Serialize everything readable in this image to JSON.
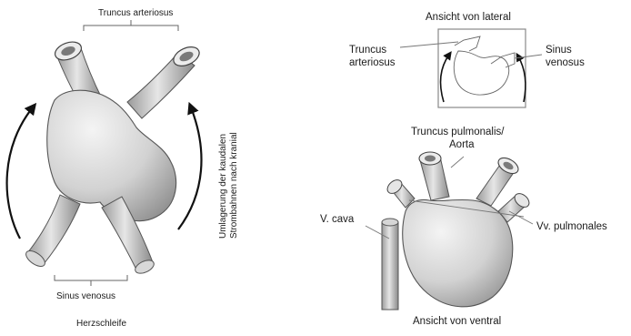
{
  "left_panel": {
    "label_top": "Truncus arteriosus",
    "label_bottom": "Sinus venosus",
    "caption": "Herzschleife",
    "side_text_line1": "Umlagerung der kaudalen",
    "side_text_line2": "Strombahnen nach kranial"
  },
  "right_top": {
    "title": "Ansicht von lateral",
    "label_left_line1": "Truncus",
    "label_left_line2": "arteriosus",
    "label_right_line1": "Sinus",
    "label_right_line2": "venosus"
  },
  "right_bottom": {
    "label_top_line1": "Truncus pulmonalis/",
    "label_top_line2": "Aorta",
    "label_left": "V. cava",
    "label_right": "Vv. pulmonales",
    "caption": "Ansicht von ventral"
  }
}
